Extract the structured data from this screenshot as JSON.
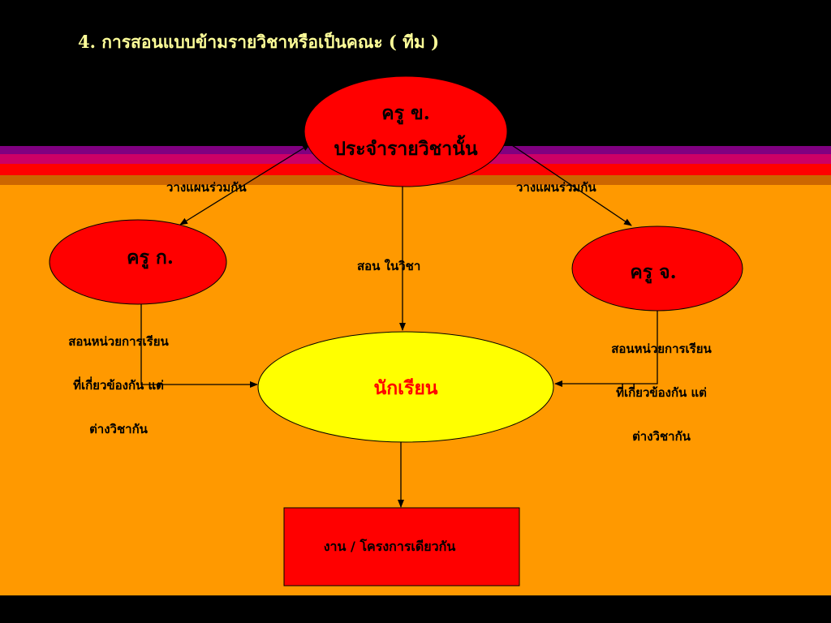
{
  "title": "4. การสอนแบบข้ามรายวิชาหรือเป็นคณะ ( ทีม )",
  "colors": {
    "background": "#000000",
    "main_area": "#ff9900",
    "stripe_purple": "#800080",
    "stripe_magenta": "#cc0066",
    "stripe_red": "#ff0000",
    "stripe_olive": "#cc6600",
    "node_red": "#ff0000",
    "node_yellow": "#ffff00",
    "title_text": "#ffff99"
  },
  "nodes": {
    "teacher_b": {
      "line1": "ครู ข.",
      "line2": "ประจำรายวิชานั้น"
    },
    "teacher_a": {
      "label": "ครู  ก."
    },
    "teacher_d": {
      "label": "ครู จ."
    },
    "student": {
      "label": "นักเรียน"
    },
    "project": {
      "label": "งาน / โครงการเดียวกัน"
    }
  },
  "edge_labels": {
    "plan_left": "วางแผนร่วมกัน",
    "plan_right": "วางแผนร่วมกัน",
    "teach_subject": "สอน ในวิชา"
  },
  "side_text": {
    "left": [
      "สอนหน่วยการเรียน",
      "ที่เกี่ยวข้องกัน แต่",
      "ต่างวิชากัน"
    ],
    "right": [
      "สอนหน่วยการเรียน",
      "ที่เกี่ยวข้องกัน แต่",
      "ต่างวิชากัน"
    ]
  }
}
